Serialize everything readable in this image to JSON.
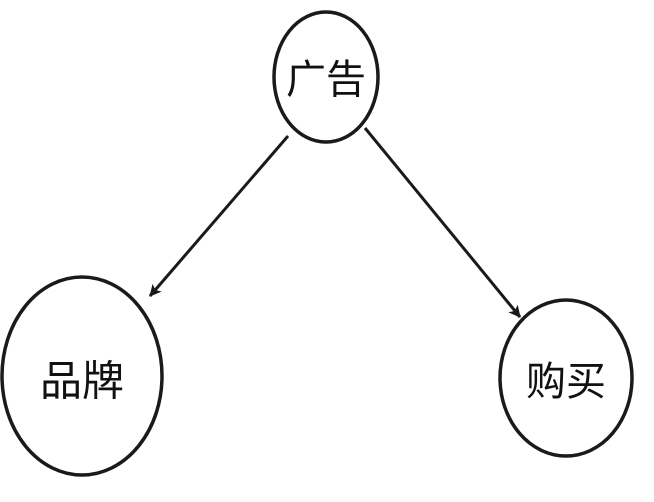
{
  "nodes": {
    "ad": {
      "label": "广告"
    },
    "brand": {
      "label": "品牌"
    },
    "purchase": {
      "label": "购买"
    }
  },
  "edges": [
    {
      "from": "ad",
      "to": "brand"
    },
    {
      "from": "ad",
      "to": "purchase"
    }
  ],
  "colors": {
    "stroke": "#1a1a1a",
    "text": "#111111",
    "background": "#ffffff"
  }
}
